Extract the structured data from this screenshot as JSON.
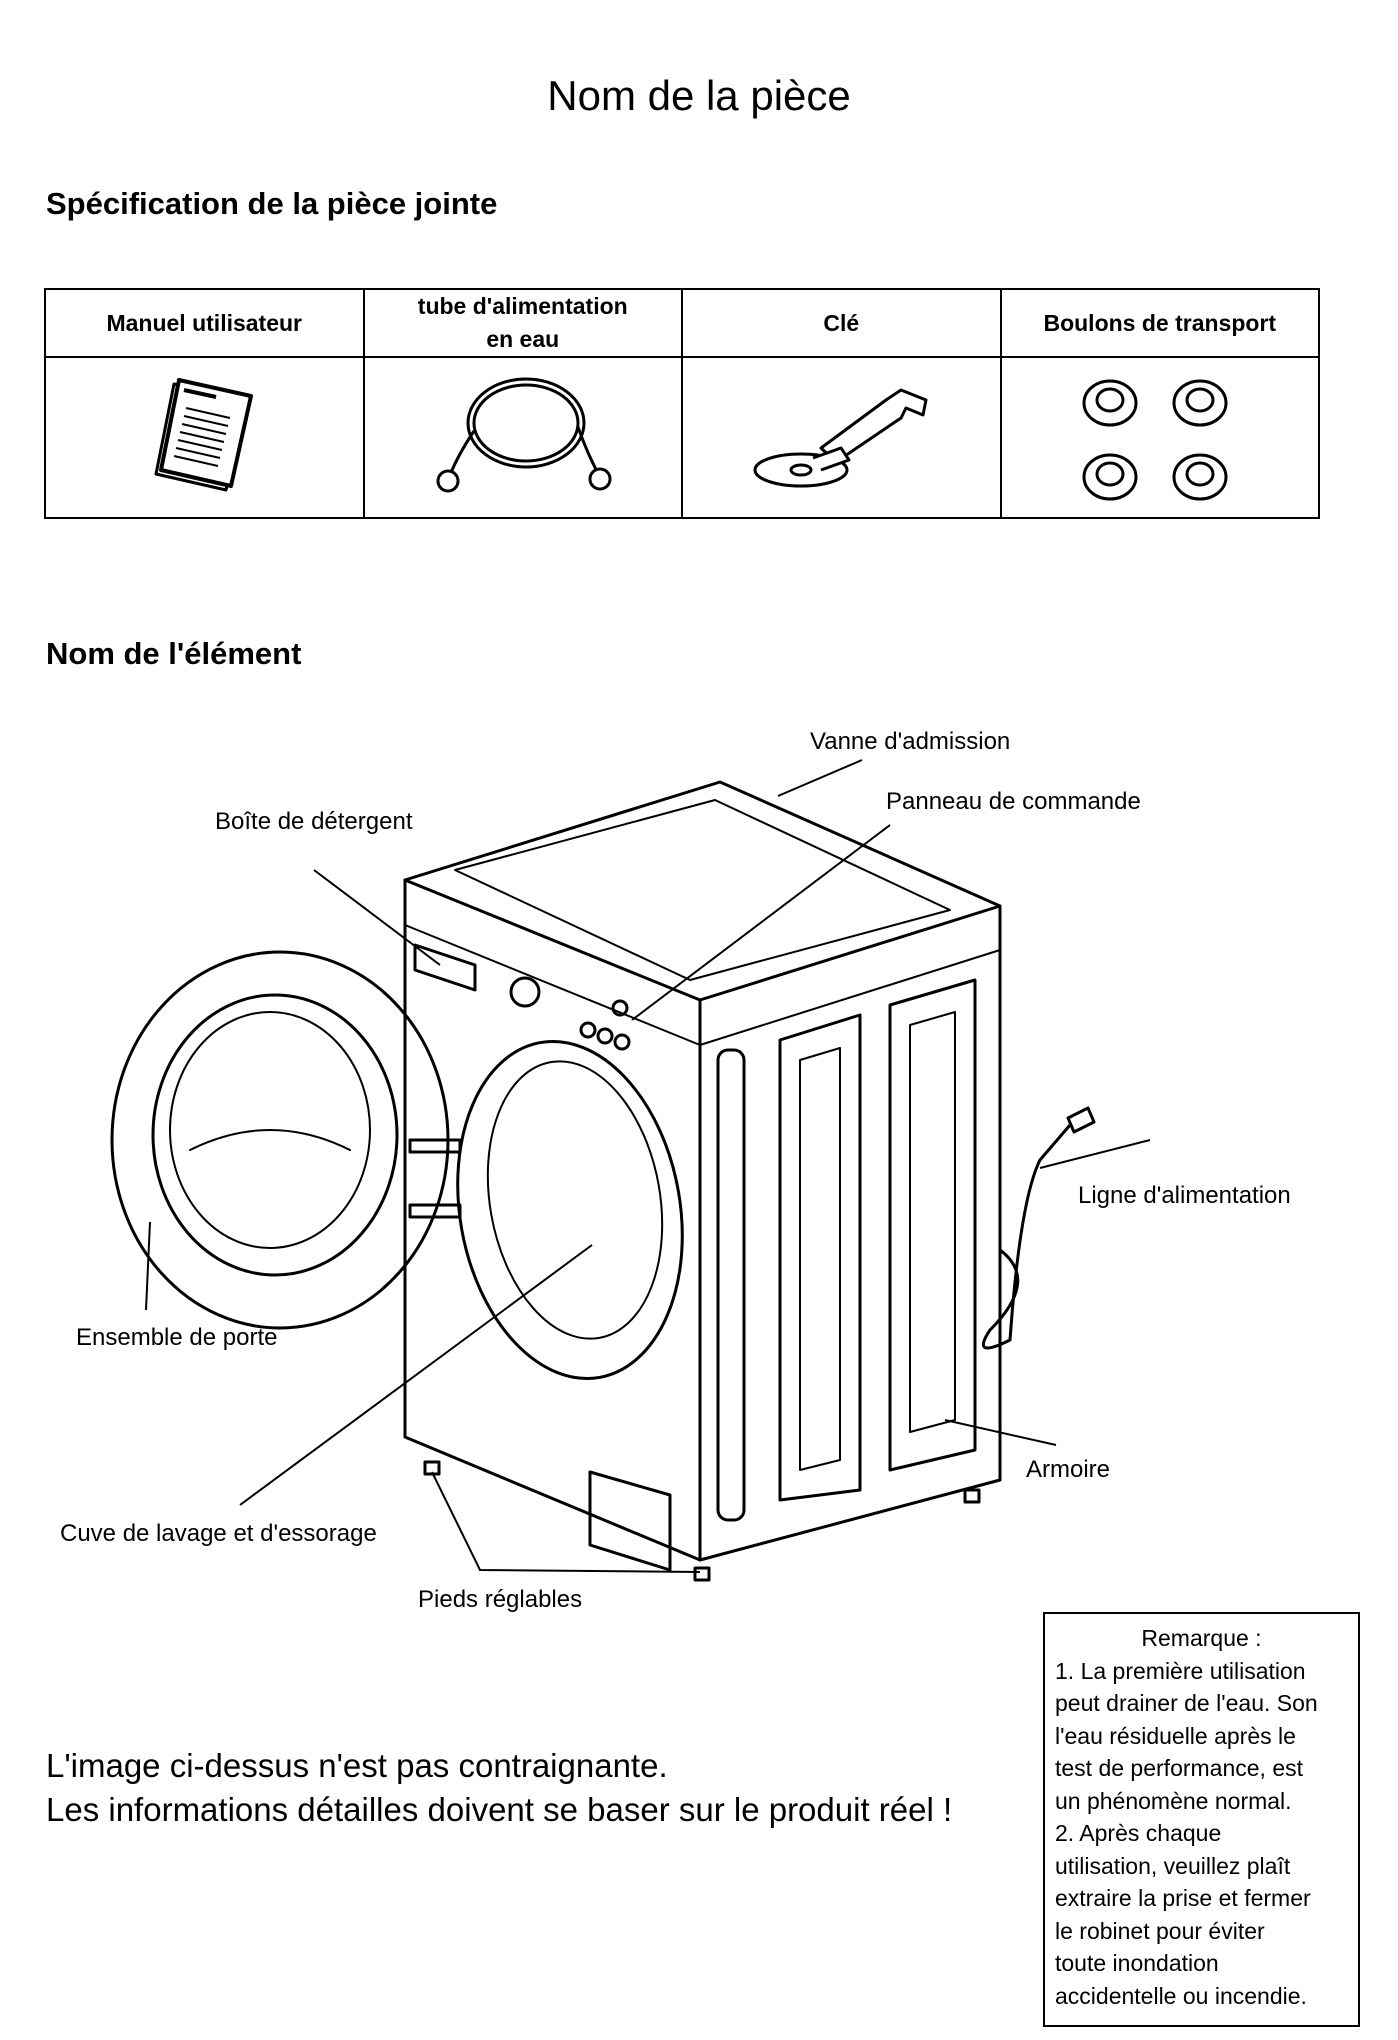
{
  "page": {
    "title": "Nom de la pièce",
    "section_accessories": "Spécification de la pièce jointe",
    "section_elements": "Nom de l'élément"
  },
  "accessories": {
    "headers": [
      "Manuel utilisateur",
      "tube d'alimentation\nen eau",
      "Clé",
      "Boulons de transport"
    ],
    "icons": [
      "manual-icon",
      "water-hose-icon",
      "wrench-icon",
      "transport-bolts-icon"
    ]
  },
  "labels": {
    "intake_valve": "Vanne d'admission",
    "control_panel": "Panneau de commande",
    "detergent_box": "Boîte de détergent",
    "power_line": "Ligne d'alimentation",
    "door_assembly": "Ensemble de porte",
    "cabinet": "Armoire",
    "drum": "Cuve de lavage et d'essorage",
    "feet": "Pieds réglables"
  },
  "disclaimer": {
    "line1": "L'image ci-dessus n'est pas contraignante.",
    "line2": "Les informations détailles doivent se baser sur le produit réel !"
  },
  "note": {
    "title": "Remarque :",
    "lines": [
      "1. La première utilisation",
      "peut drainer de l'eau. Son",
      "l'eau résiduelle après le",
      "test de performance, est",
      "un phénomène normal.",
      "2. Après chaque",
      "utilisation, veuillez plaît",
      "extraire la prise et fermer",
      "le robinet pour éviter",
      "toute inondation",
      "accidentelle ou incendie."
    ]
  }
}
